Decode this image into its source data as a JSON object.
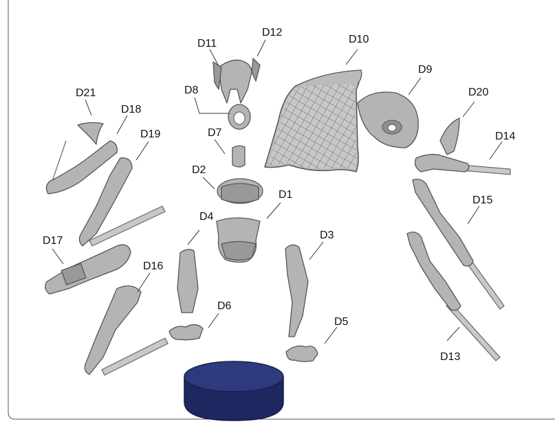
{
  "parts": [
    "D1",
    "D2",
    "D3",
    "D4",
    "D5",
    "D6",
    "D7",
    "D8",
    "D9",
    "D10",
    "D11",
    "D12",
    "D13",
    "D14",
    "D15",
    "D16",
    "D17",
    "D18",
    "D19",
    "D20",
    "D21"
  ],
  "colors": {
    "base": "#2f3a7e",
    "bone": "#b4b4b4",
    "outline": "#555555"
  }
}
